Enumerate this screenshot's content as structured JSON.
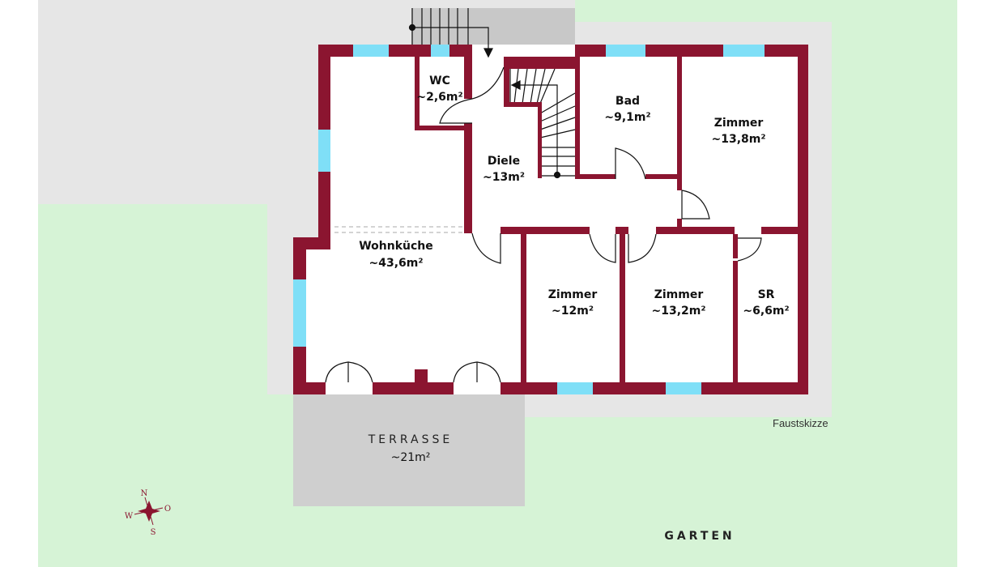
{
  "colors": {
    "wall": "#8b1530",
    "window": "#7fdff7",
    "garden": "#d6f3d6",
    "ground": "#e6e6e6",
    "terrace": "#cfcfcf"
  },
  "rooms": {
    "wc": {
      "name": "WC",
      "area": "~2,6m²"
    },
    "diele": {
      "name": "Diele",
      "area": "~13m²"
    },
    "bad": {
      "name": "Bad",
      "area": "~9,1m²"
    },
    "zimmer1": {
      "name": "Zimmer",
      "area": "~13,8m²"
    },
    "wohnkueche": {
      "name": "Wohnküche",
      "area": "~43,6m²"
    },
    "zimmer2": {
      "name": "Zimmer",
      "area": "~12m²"
    },
    "zimmer3": {
      "name": "Zimmer",
      "area": "~13,2m²"
    },
    "sr": {
      "name": "SR",
      "area": "~6,6m²"
    }
  },
  "terrace": {
    "name": "TERRASSE",
    "area": "~21m²"
  },
  "garden": "GARTEN",
  "note": "Faustskizze",
  "compass": {
    "n": "N",
    "s": "S",
    "w": "W",
    "o": "O"
  }
}
